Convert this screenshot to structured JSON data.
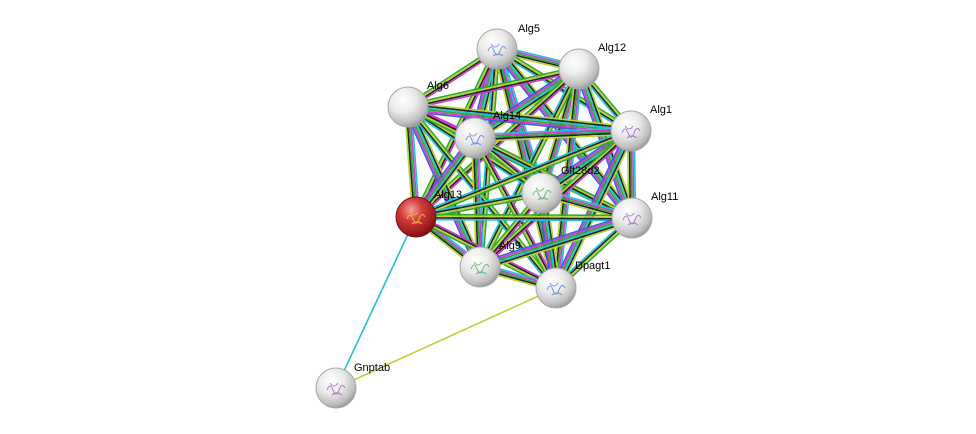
{
  "network": {
    "nodes": [
      {
        "id": "alg5",
        "label": "Alg5",
        "query": false
      },
      {
        "id": "alg12",
        "label": "Alg12",
        "query": false
      },
      {
        "id": "alg6",
        "label": "Alg6",
        "query": false
      },
      {
        "id": "alg14",
        "label": "Alg14",
        "query": false
      },
      {
        "id": "alg1",
        "label": "Alg1",
        "query": false
      },
      {
        "id": "glt28d2",
        "label": "Glt28d2",
        "query": false
      },
      {
        "id": "alg13",
        "label": "Alg13",
        "query": true
      },
      {
        "id": "alg11",
        "label": "Alg11",
        "query": false
      },
      {
        "id": "alg9",
        "label": "Alg9",
        "query": false
      },
      {
        "id": "dpagt1",
        "label": "Dpagt1",
        "query": false
      },
      {
        "id": "gnptab",
        "label": "Gnptab",
        "query": false
      }
    ],
    "edge_colors": {
      "cyan": "#22c3d6",
      "magenta": "#d13bd1",
      "black": "#222222",
      "yellow_green": "#b6d435",
      "green": "#2fa82f",
      "blue": "#3f5fd8",
      "olive": "#9aa21e"
    },
    "node_colors": {
      "default": "#e6e6e6",
      "query": "#c9282c"
    }
  }
}
